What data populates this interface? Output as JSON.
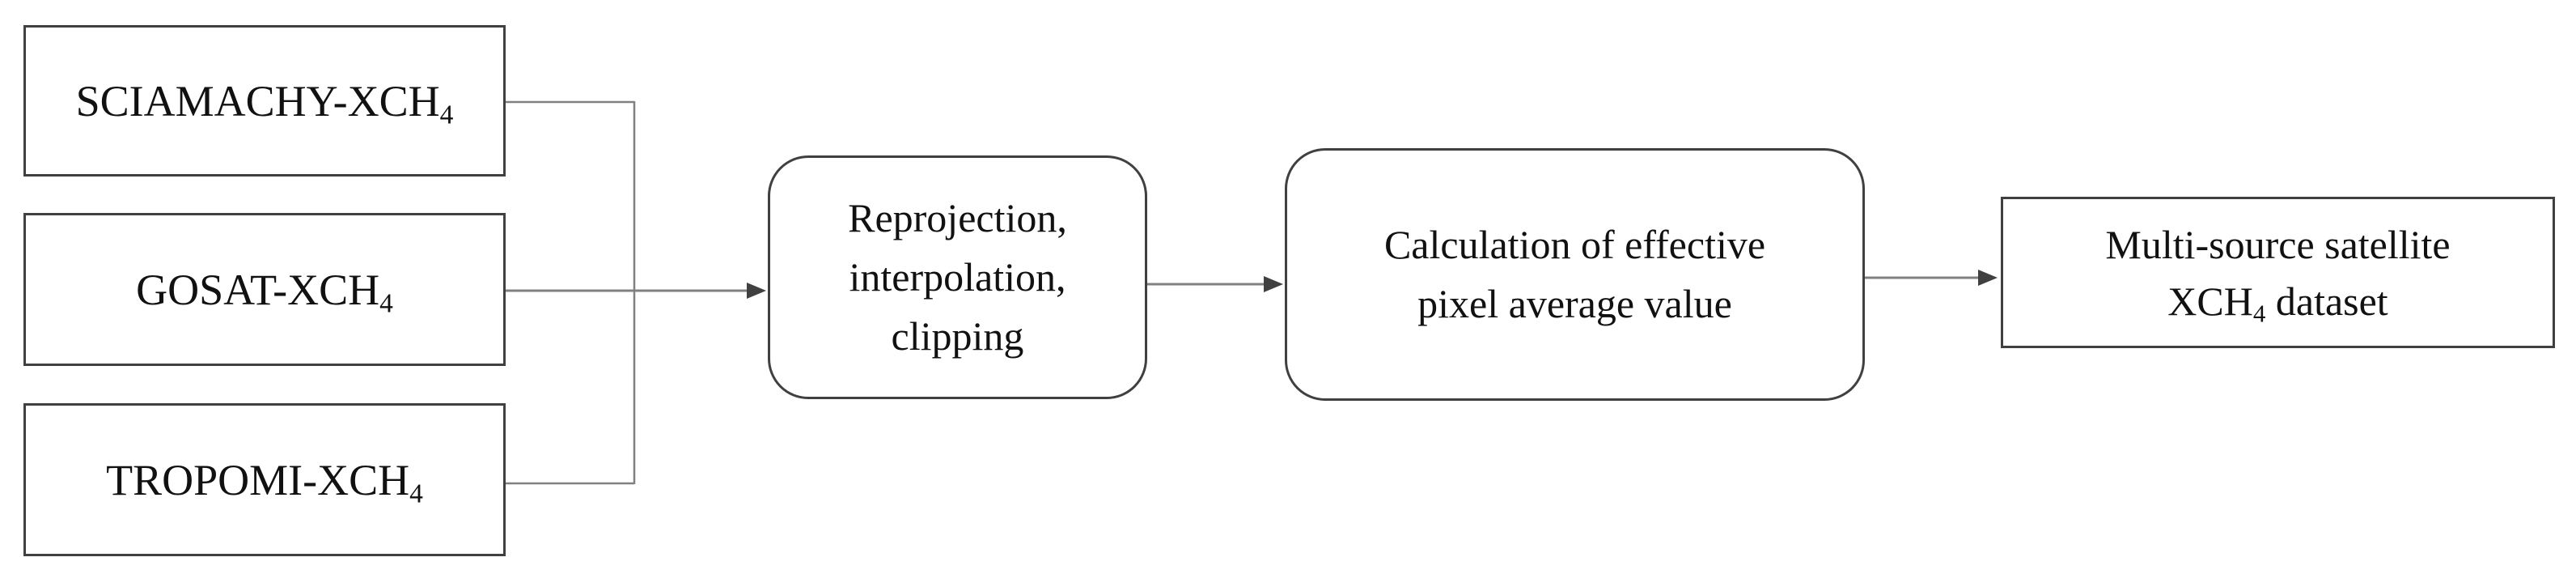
{
  "figure": {
    "background": "#ffffff",
    "box_border_color": "#404040",
    "connector_color": "#808080",
    "arrowhead_color": "#404040",
    "text_color": "#111111"
  },
  "sources": [
    {
      "id": "sciamachy",
      "text": "SCIAMACHY-XCH",
      "sub": "4"
    },
    {
      "id": "gosat",
      "text": "GOSAT-XCH",
      "sub": "4"
    },
    {
      "id": "tropomi",
      "text": "TROPOMI-XCH",
      "sub": "4"
    }
  ],
  "process_steps": [
    {
      "id": "reprojection",
      "lines": [
        "Reprojection,",
        "interpolation,",
        "clipping"
      ]
    },
    {
      "id": "calculation",
      "lines": [
        "Calculation of effective",
        "pixel average value"
      ]
    }
  ],
  "output": {
    "line1": "Multi-source satellite",
    "line2_pre": "XCH",
    "line2_sub": "4",
    "line2_post": " dataset"
  }
}
